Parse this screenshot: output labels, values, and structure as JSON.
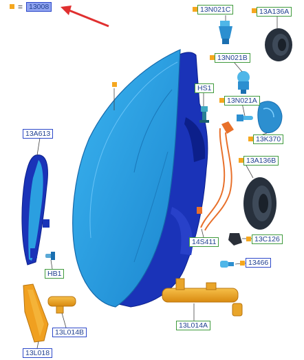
{
  "legend": {
    "equals": "=",
    "part": "13008"
  },
  "labels": {
    "13n021c": "13N021C",
    "13a136a": "13A136A",
    "13n021b": "13N021B",
    "hs1": "HS1",
    "13n021a": "13N021A",
    "13k370": "13K370",
    "13a613": "13A613",
    "13a136b": "13A136B",
    "14s411": "14S411",
    "13c126": "13C126",
    "hb1": "HB1",
    "13466": "13466",
    "13l014b": "13L014B",
    "13l014a": "13L014A",
    "13l018": "13L018"
  },
  "colors": {
    "lens": "#2b9fe0",
    "housing": "#1a33b8",
    "housing_dark": "#0c1f8a",
    "orange_part": "#f0a020",
    "grommet": "#1e2a3a",
    "marker": "#f5a71f",
    "arrow": "#e03030"
  }
}
